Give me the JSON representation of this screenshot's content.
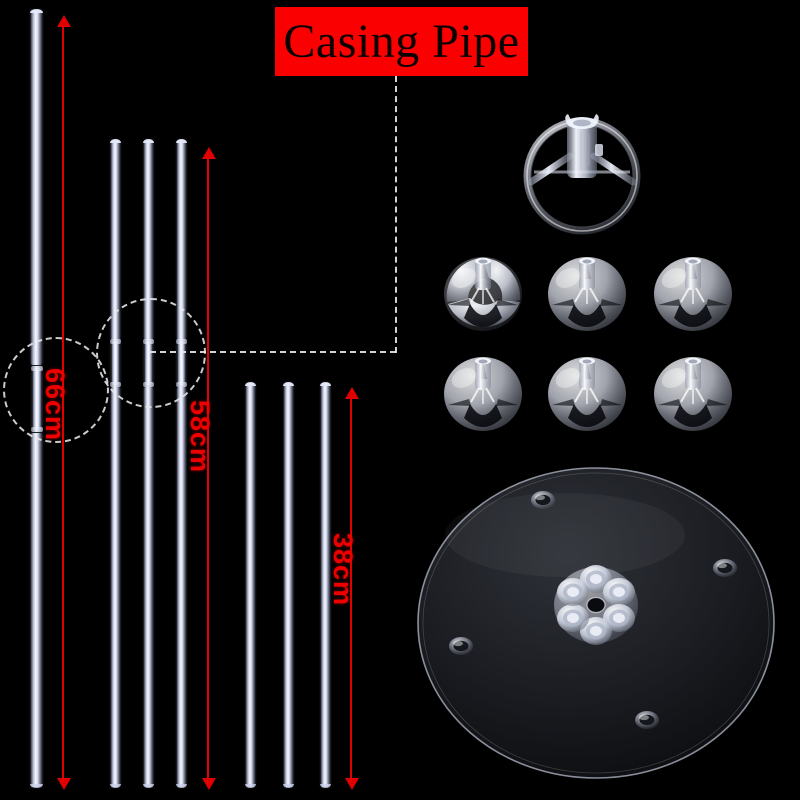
{
  "image": {
    "background_color": "#000000",
    "subject": "balloon column stand kit parts layout"
  },
  "callout": {
    "label": "Casing Pipe",
    "box_color": "#fb0000",
    "text_color": "#0a0000"
  },
  "dimensions": {
    "color": "#ee0000",
    "items": [
      {
        "id": "left-pole",
        "label": "66cm",
        "describes": "tall left pole with casing coupler"
      },
      {
        "id": "mid-poles",
        "label": "58cm",
        "describes": "three middle pipes with casing couplers"
      },
      {
        "id": "short-poles",
        "label": "38cm",
        "describes": "three short right pipes"
      }
    ]
  },
  "parts": {
    "pipes": {
      "left_pole_count": 1,
      "middle_pipe_count": 3,
      "short_pipe_count": 3
    },
    "hub_ring": {
      "name": "spoked hub ring",
      "count": 1
    },
    "balloon_cups": {
      "name": "balloon cup clip",
      "count": 6,
      "rows": 2,
      "columns": 3
    },
    "base_plate": {
      "name": "round transparent base plate",
      "count": 1,
      "rim_hole_count": 4,
      "center_fitting": "six-lobed flower hub"
    }
  }
}
